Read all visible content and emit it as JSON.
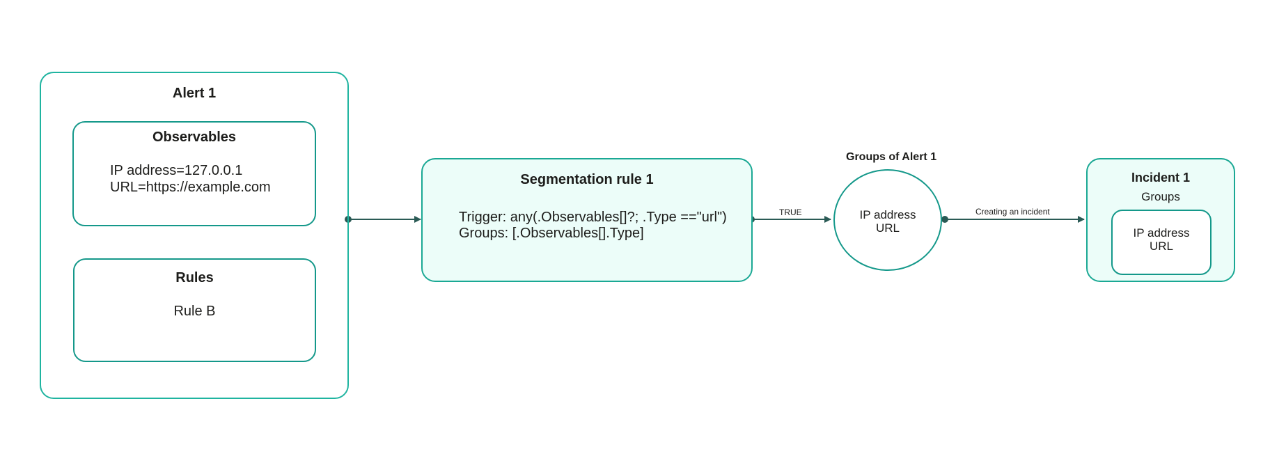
{
  "alert": {
    "title": "Alert 1",
    "observables": {
      "title": "Observables",
      "line1": "IP address=127.0.0.1",
      "line2": "URL=https://example.com"
    },
    "rules": {
      "title": "Rules",
      "item": "Rule B"
    }
  },
  "segmentation": {
    "title": "Segmentation rule 1",
    "trigger": "Trigger: any(.Observables[]?; .Type ==\"url\")",
    "groups": "Groups: [.Observables[].Type]"
  },
  "edges": {
    "true_label": "TRUE",
    "incident_label": "Creating an incident"
  },
  "groups_node": {
    "title": "Groups of Alert 1",
    "line1": "IP address",
    "line2": "URL"
  },
  "incident": {
    "title": "Incident 1",
    "subtitle": "Groups",
    "line1": "IP address",
    "line2": "URL"
  },
  "colors": {
    "border": "#1fb4a0",
    "fill": "#ecfdf9",
    "connector": "#2a5a55"
  }
}
